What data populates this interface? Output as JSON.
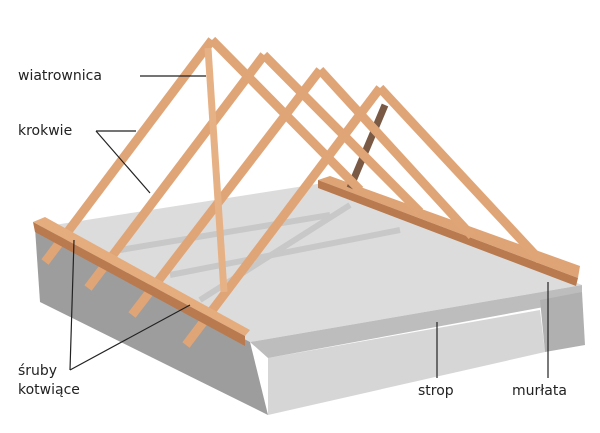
{
  "labels": {
    "wind_brace": "wiatrownica",
    "rafters": "krokwie",
    "anchor_bolts_line1": "śruby",
    "anchor_bolts_line2": "kotwiące",
    "ceiling": "strop",
    "wall_plate": "murłata"
  },
  "colors": {
    "wood": "#e0a577",
    "wood_dark": "#b87a4e",
    "concrete_top": "#dcdcdc",
    "concrete_side": "#a9a9a9",
    "leader_line": "#222222"
  }
}
